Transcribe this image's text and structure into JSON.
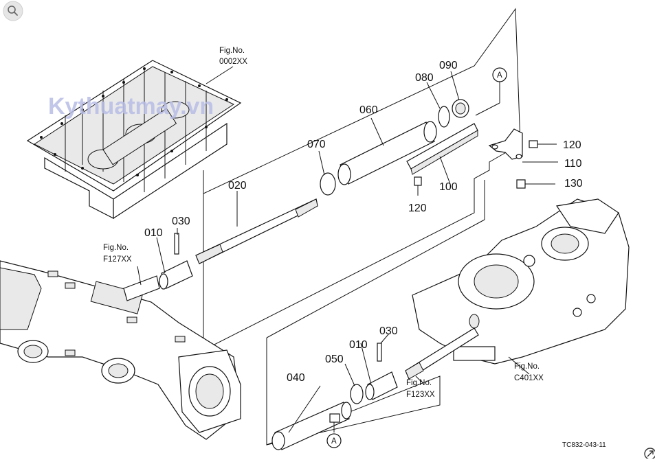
{
  "diagram": {
    "watermark": "Kythuatmay.vn",
    "drawing_code": "TC832-043-11",
    "figure_refs": [
      {
        "id": "pan",
        "line1": "Fig.No.",
        "line2": "0002XX"
      },
      {
        "id": "left",
        "line1": "Fig.No.",
        "line2": "F127XX"
      },
      {
        "id": "mid",
        "line1": "Fig.No.",
        "line2": "F123XX"
      },
      {
        "id": "right",
        "line1": "Fig.No.",
        "line2": "C401XX"
      }
    ],
    "part_labels": {
      "p010a": "010",
      "p030a": "030",
      "p020": "020",
      "p070": "070",
      "p060": "060",
      "p080": "080",
      "p090": "090",
      "p100": "100",
      "p120a": "120",
      "p120b": "120",
      "p110": "110",
      "p130": "130",
      "p010b": "010",
      "p030b": "030",
      "p040": "040",
      "p050": "050"
    },
    "callouts": {
      "a1": "A",
      "a2": "A"
    }
  },
  "icons": {
    "zoom": "zoom-icon",
    "corner": "corner-arrow-icon"
  }
}
